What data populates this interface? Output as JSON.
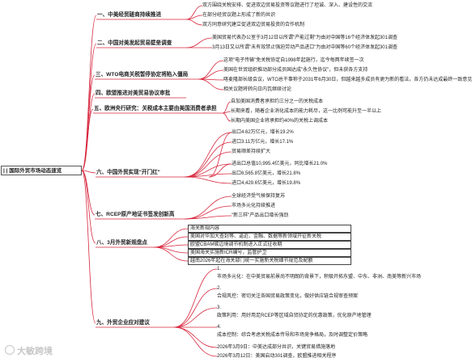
{
  "root": {
    "label": "国际外贸市场动态速览"
  },
  "branches": [
    {
      "label": "一、中美经贸磋商持续推进",
      "items": [
        "双方围绕关税安排、促进双边贸易投资等议题进行了坦诚、深入、建设性的交流",
        "在部分经贸议题上形成了新的共识",
        "双方同意研究建立促进双边贸易投资的合作机制"
      ]
    },
    {
      "label": "二、中国对美发起贸易壁垒调查",
      "items": [
        "美国贸易代表办公室于3月12日以所谓\"产能过剩\"为由对中国等16个经济体发起301调查",
        "3月13日又以所谓\"未有效禁止强迫劳动产品进口\"为由对中国等60个经济体发起301调查"
      ]
    },
    {
      "label": "三、WTO电商关税暂停协定将陷入僵局",
      "items": [
        "这项\"电子传输\"免关税协定自1998年起施行，迄今每两年续签一次",
        "美国在世贸组织推动部分成员国达成\"永久性协议\"，但未获各方支持",
        "喀麦隆部长级会议，WTO总干事称于2031年6月30日，但越来越多成员有更为新的看法，各方仍未达成最终一致意见",
        "相关议题将转向日内瓦继续讨论"
      ]
    },
    {
      "label": "四、欧盟推进对美贸易协议审批",
      "items": []
    },
    {
      "label": "五、欧洲央行研究：关税成本主要由美国消费者承担",
      "items": [
        "自加美国消费者承担约三分之一的关税成本",
        "长期来看，随着企业消化成本的能力耗尽，这一比例可能升至一半以上",
        "长期内美国企业将承担约40%的关税上调成本"
      ]
    },
    {
      "label": "六、中国外贸实现\"开门红\"",
      "items": [
        "出口4.62万亿元，增长19.2%",
        "进口3.11万亿元，增长17.1%",
        "贸易顺差持续扩大",
        "进出口总值10,995.4亿美元，同比增长21.0%",
        "出口6,565.8亿美元，增长21.8%",
        "进口4,429.6亿美元，增长19.8%"
      ]
    },
    {
      "label": "七、RCEP原产地证书签发创新高",
      "items": [
        "全球经济受气候保持复苏",
        "市场多元化持续推进",
        "\"新三样\"产品出口增长强劲"
      ]
    },
    {
      "label": "八、3月外贸新规盘点",
      "items": [
        "海关新规内容",
        "美国对华加大查封等、逼近、金融、数据等新领域开征新关税",
        "欧盟CBAM碳边境调节机制进入正式征收期",
        "美国海关实施新ICR编号，监管护卫",
        "越南2026年起在海关部门统一实施新关税细节规范及配额"
      ]
    },
    {
      "label": "九、外贸企业应对建议",
      "items": [
        "1.",
        "市场多元化：在中美贸易前景尚不明朗的背景下，积极开拓东盟、中东、非洲、南美等新兴市场",
        "2.",
        "合规风控：密切关注各国贸易政策变化，做好供应链合规审查预案",
        "3.",
        "政策利用：用好用足RCEP等区域自贸协定的优惠政策，优化原产地管理",
        "4.",
        "成本控制：综合考虑关税成本传导和市场竞争格局，及时调整定价策略",
        "2026年3月9日：中美达成部分共识，关键贸易措施落地",
        "2026年3月12日：美国启动301调查，欧盟推进相关程序"
      ]
    }
  ],
  "watermark": {
    "text": "大敏跨境"
  },
  "colors": {
    "line": "#d7263d",
    "text": "#222222",
    "box": "#444444"
  }
}
